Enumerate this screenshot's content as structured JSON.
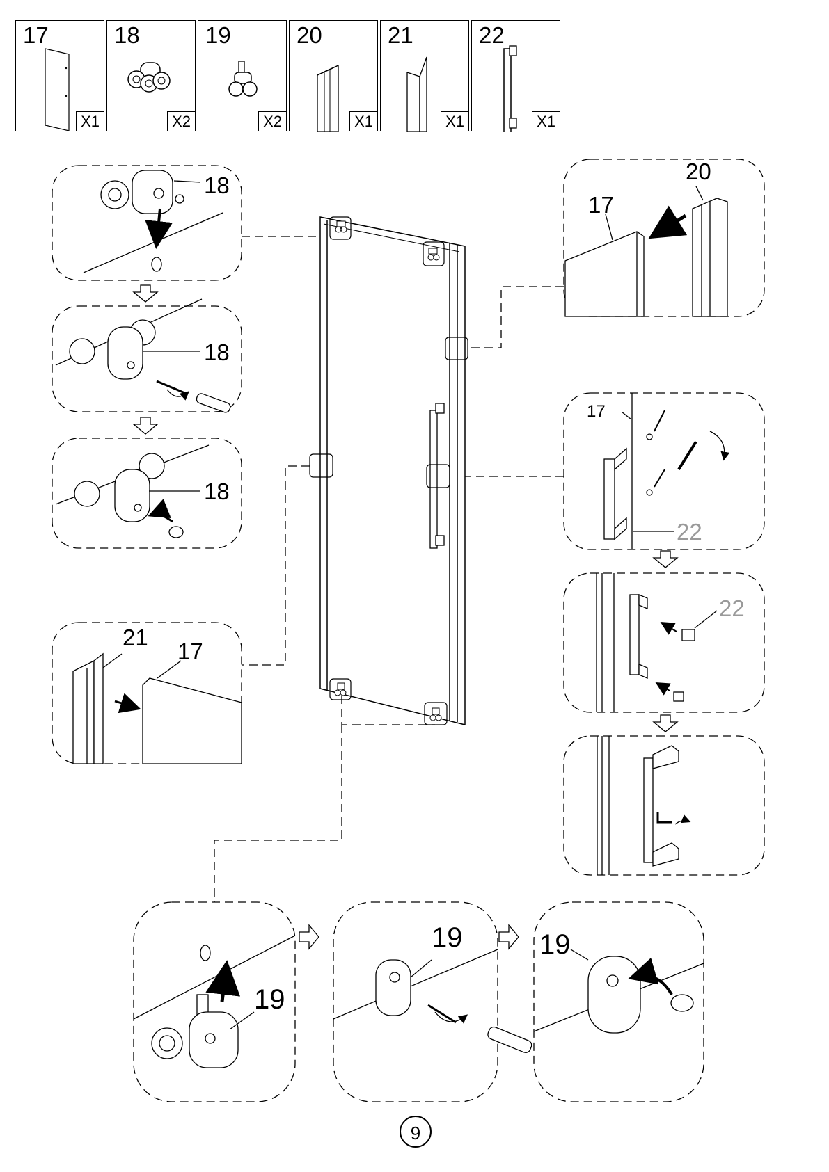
{
  "parts": [
    {
      "number": "17",
      "quantity": "X1",
      "icon": "glass-panel-icon"
    },
    {
      "number": "18",
      "quantity": "X2",
      "icon": "roller-bracket-icon"
    },
    {
      "number": "19",
      "quantity": "X2",
      "icon": "bottom-roller-icon"
    },
    {
      "number": "20",
      "quantity": "X1",
      "icon": "magnetic-profile-icon"
    },
    {
      "number": "21",
      "quantity": "X1",
      "icon": "seal-profile-icon"
    },
    {
      "number": "22",
      "quantity": "X1",
      "icon": "door-handle-icon"
    }
  ],
  "callouts": {
    "step_top_roller": "18",
    "step_top_screw": "18",
    "step_top_cap": "18",
    "seal_profile": "21",
    "seal_glass": "17",
    "magnet_glass": "17",
    "magnet_profile": "20",
    "handle_glass": "17",
    "handle_part": "22",
    "handle_cap_part": "22",
    "bottom_roller_1": "19",
    "bottom_roller_2": "19",
    "bottom_roller_3": "19"
  },
  "page_number": "9"
}
